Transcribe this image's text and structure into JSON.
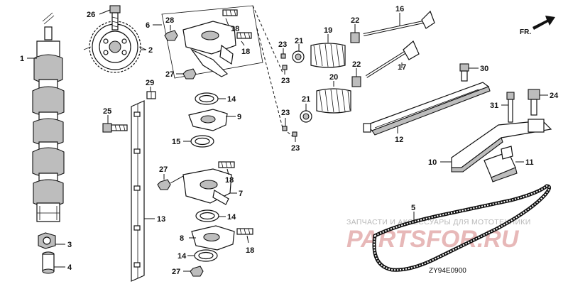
{
  "diagram_code": "ZY94E0900",
  "direction_label": "FR.",
  "watermark": {
    "caption": "ЗАПЧАСТИ И АКСЕССУАРЫ ДЛЯ МОТОТЕХНИКИ",
    "logo": "PARTSFOR.RU"
  },
  "callouts": {
    "c1": "1",
    "c2": "2",
    "c3": "3",
    "c4": "4",
    "c5": "5",
    "c6": "6",
    "c7": "7",
    "c8": "8",
    "c9": "9",
    "c10": "10",
    "c11": "11",
    "c12": "12",
    "c13": "13",
    "c14a": "14",
    "c14b": "14",
    "c14c": "14",
    "c15": "15",
    "c16": "16",
    "c17": "17",
    "c18a": "18",
    "c18b": "18",
    "c18c": "18",
    "c18d": "18",
    "c19": "19",
    "c20": "20",
    "c21a": "21",
    "c21b": "21",
    "c22a": "22",
    "c22b": "22",
    "c23a": "23",
    "c23b": "23",
    "c23c": "23",
    "c23d": "23",
    "c24": "24",
    "c25": "25",
    "c26": "26",
    "c27a": "27",
    "c27b": "27",
    "c27c": "27",
    "c28": "28",
    "c29": "29",
    "c30": "30",
    "c31": "31"
  }
}
